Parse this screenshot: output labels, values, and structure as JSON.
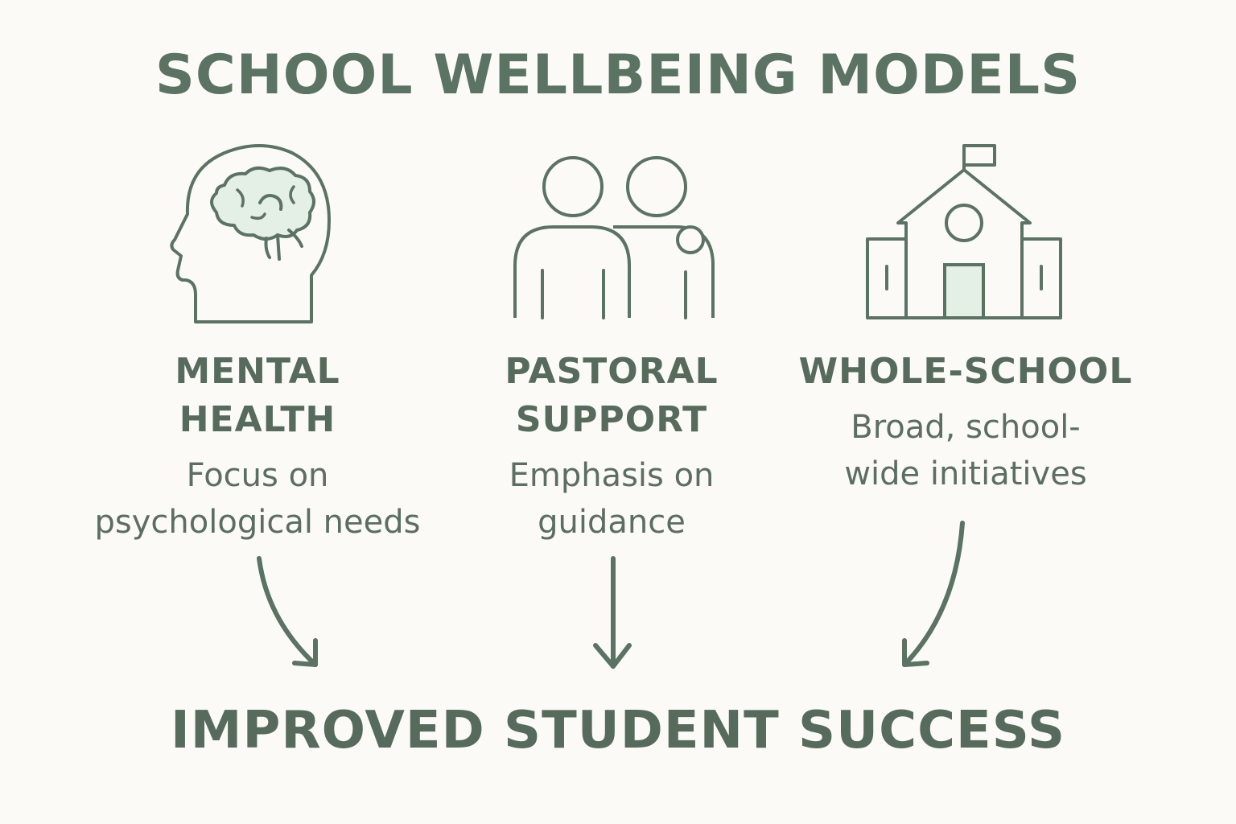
{
  "title": "SCHOOL WELLBEING MODELS",
  "colors": {
    "ink": "#5b7363",
    "fill": "#e4efe5",
    "background": "#fbfaf7"
  },
  "models": [
    {
      "icon": "head-brain-icon",
      "title_lines": [
        "MENTAL",
        "HEALTH"
      ],
      "desc_lines": [
        "Focus on",
        "psychological needs"
      ]
    },
    {
      "icon": "two-people-icon",
      "title_lines": [
        "PASTORAL",
        "SUPPORT"
      ],
      "desc_lines": [
        "Emphasis on",
        "guidance"
      ]
    },
    {
      "icon": "school-building-icon",
      "title_lines": [
        "WHOLE-SCHOOL"
      ],
      "desc_lines": [
        "Broad, school-",
        "wide initiatives"
      ]
    }
  ],
  "outcome": "IMPROVED STUDENT SUCCESS"
}
